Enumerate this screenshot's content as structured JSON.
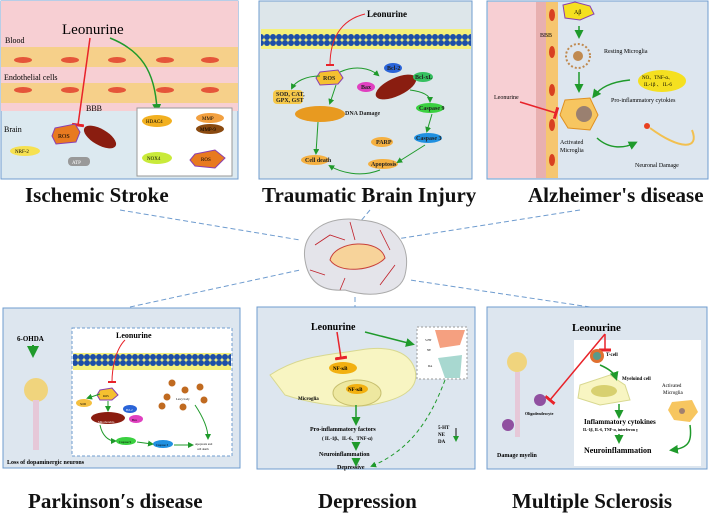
{
  "panels": {
    "ischemic": {
      "title": "Ischemic Stroke",
      "drug": "Leonurine",
      "blood": "Blood",
      "endo": "Endothelial cells",
      "bbb": "BBB",
      "brain": "Brain",
      "ros": "ROS",
      "nrf2": "NRF-2",
      "atp": "ATP",
      "hdac4": "HDAC4",
      "nox4": "NOX4",
      "ros2": "ROS",
      "mmp": "MMP",
      "mmp9": "MMP-9"
    },
    "tbi": {
      "title": "Traumatic Brain Injury",
      "drug": "Leonurine",
      "ros": "ROS",
      "antiox1": "SOD, CAT,",
      "antiox2": "GPX, GST",
      "dna": "DNA Damage",
      "bcl2": "Bcl-2",
      "bclxl": "Bcl-xL",
      "bax": "Bax",
      "casp9": "Caspase 9",
      "casp3": "Caspase 3",
      "parp": "PARP",
      "apoptosis": "Apoptosis",
      "death": "Cell death"
    },
    "ad": {
      "title": "Alzheimer's disease",
      "abeta": "Aβ",
      "bbb": "BBB",
      "resting": "Resting Microglia",
      "cyto1": "NO、TNF-α、",
      "cyto2": "IL-1β 、 IL-6",
      "proinf": "Pro-inflammatory cytokies",
      "drug": "Leonurine",
      "activated1": "Activated",
      "activated2": "Microglia",
      "damage": "Neuronal Damage"
    },
    "pd": {
      "title": "Parkinson′s disease",
      "toxin": "6-OHDA",
      "drug": "Leonurine",
      "ros": "ROS",
      "sod": "SOD",
      "bcl2": "Bcl-2",
      "bax": "Bax",
      "mito": "Mitochondria",
      "casp9": "Caspase 9",
      "casp3": "Caspase 3",
      "lewy": "Lewy body",
      "apop1": "Apoptosis and",
      "apop2": "cell death",
      "loss": "Loss of dopaminergic neurons"
    },
    "dep": {
      "title": "Depression",
      "drug": "Leonurine",
      "nfkb": "NF-κB",
      "nfkb2": "NF-κB",
      "microglia": "Microglia",
      "ht": "5-HT",
      "ne": "NE",
      "da": "DA",
      "factors": "Pro-inflammatory  factors",
      "factors2": "( IL-1β、IL-6、TNF-α)",
      "neuroinf": "Neuroinflammation",
      "depressive": "Depressive",
      "ht2": "5-HT",
      "ne2": "NE",
      "da2": "DA"
    },
    "ms": {
      "title": "Multiple Sclerosis",
      "drug": "Leonurine",
      "tcell": "T-cell",
      "myeloid": "Myeloind cell",
      "activated1": "Activated",
      "activated2": "Microglia",
      "oligo": "Oligodendrocyte",
      "cyto": "Inflammatory cytokines",
      "cyto2": "IL-1β, IL-6, TNF-α, interferon  γ",
      "neuroinf": "Neuroinflammation",
      "myelin": "Damage myelin"
    }
  },
  "colors": {
    "inhibit": "#e8232a",
    "activate": "#1f9a2b",
    "panel": "#dde6ef",
    "border": "#6f9ccf",
    "blood": "#f7cfd3"
  }
}
